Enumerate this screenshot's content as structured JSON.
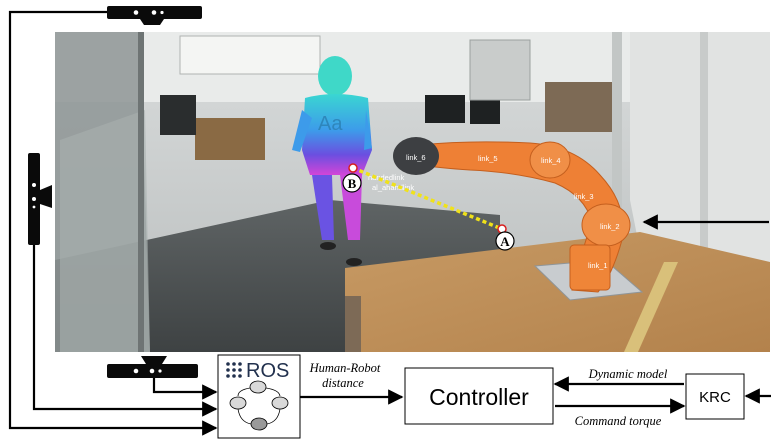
{
  "diagram": {
    "ros_label": "ROS",
    "controller_label": "Controller",
    "krc_label": "KRC",
    "edge_human_robot": [
      "Human-Robot",
      "distance"
    ],
    "edge_dynamic_model": "Dynamic model",
    "edge_command_torque": "Command torque",
    "marker_a": "A",
    "marker_b": "B",
    "shirt_text": "Aa",
    "link_labels": [
      "link_6",
      "link_5",
      "link_4",
      "link_3",
      "link_2",
      "link_1"
    ],
    "frame_labels": [
      "handedlink",
      "al_ahandlink"
    ]
  },
  "colors": {
    "robot_orange": "#ee8035",
    "point_cloud": "#37b7e6",
    "distance_line": "#f0e21a",
    "marker_a_ring": "#d81e1e"
  },
  "icons": [
    "kinect-sensor-top",
    "kinect-sensor-side",
    "kinect-sensor-bottom",
    "ros-graph-icon"
  ]
}
